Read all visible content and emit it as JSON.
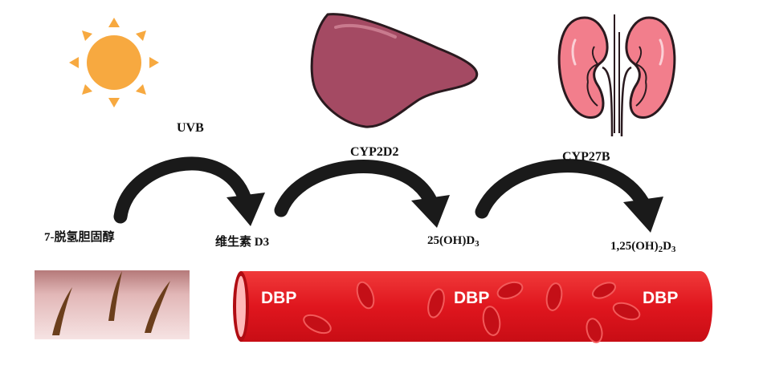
{
  "labels": {
    "uvb": "UVB",
    "cyp2d2": "CYP2D2",
    "cyp27b": "CYP27B",
    "dehydro": "7-脱氢胆固醇",
    "vitd3": "维生素 D3",
    "calcidiol_main": "25(OH)D",
    "calcidiol_sub": "3",
    "calcitriol_a": "1,25(OH)",
    "calcitriol_sub1": "2",
    "calcitriol_b": "D",
    "calcitriol_sub2": "3"
  },
  "vessel": {
    "dbp_1": "DBP",
    "dbp_2": "DBP",
    "dbp_3": "DBP"
  },
  "icons": [
    "sun-icon",
    "liver-icon",
    "kidney-icon",
    "skin-icon",
    "blood-vessel-icon"
  ],
  "colors": {
    "sun": "#F7A940",
    "liver": "#A44A63",
    "kidney": "#F27E8C",
    "arrow": "#1a1a1a",
    "vessel": "#E0161E",
    "skin": "#E8C2C2",
    "hair": "#6B3E1C"
  }
}
